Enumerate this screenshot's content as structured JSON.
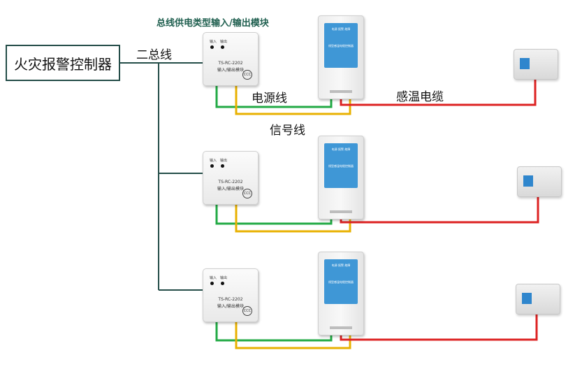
{
  "title": "总线供电类型输入/输出模块",
  "controller": {
    "label": "火灾报警控制器"
  },
  "labels": {
    "bus": "二总线",
    "power": "电源线",
    "signal": "信号线",
    "cable": "感温电缆"
  },
  "module": {
    "model": "TS-RC-2202",
    "name": "输入/输出模块",
    "led_in": "输入",
    "led_out": "输出",
    "cert": "CCC"
  },
  "detector": {
    "led_labels": [
      "电源",
      "报警",
      "故障"
    ],
    "panel_text": "线型感温电缆控制器"
  },
  "colors": {
    "bus": "#244d48",
    "power": "#22aa44",
    "signal": "#e8b100",
    "cable": "#dd2222",
    "panel": "#3f97d6"
  }
}
